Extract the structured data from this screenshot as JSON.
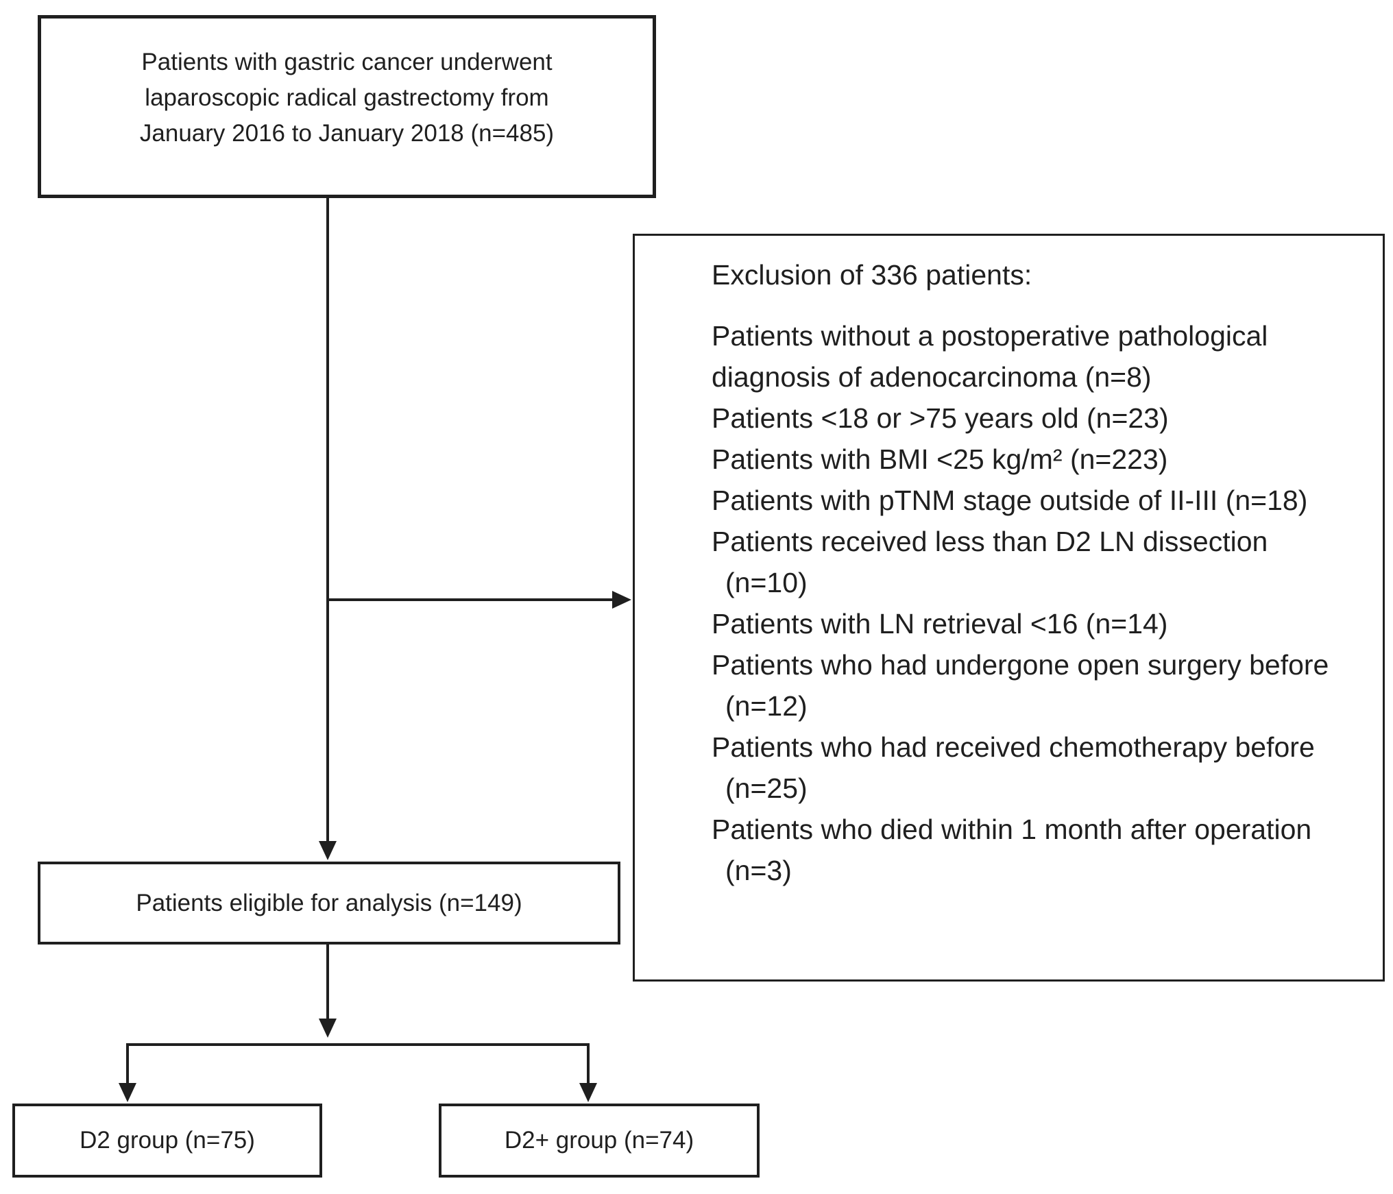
{
  "colors": {
    "background": "#ffffff",
    "line": "#1f1f1f",
    "text": "#1f1f1f"
  },
  "initial_box": {
    "lines": [
      "Patients with gastric cancer underwent",
      "laparoscopic radical gastrectomy from",
      "January 2016 to January 2018 (n=485)"
    ]
  },
  "exclusion_box": {
    "header": "Exclusion of 336 patients:",
    "lines": [
      "Patients without a postoperative pathological",
      "diagnosis of adenocarcinoma (n=8)",
      "Patients <18 or >75 years old (n=23)",
      "Patients with BMI <25 kg/m² (n=223)",
      "Patients with pTNM stage outside of II-III (n=18)",
      "Patients received less than D2 LN dissection",
      "(n=10)",
      "Patients with LN retrieval <16 (n=14)",
      "Patients who had undergone open surgery before",
      "(n=12)",
      "Patients who had received chemotherapy before",
      "(n=25)",
      "Patients who died within 1 month after operation",
      "(n=3)"
    ]
  },
  "eligible_box": {
    "label": "Patients eligible for analysis (n=149)"
  },
  "d2_box": {
    "label": "D2 group (n=75)"
  },
  "d2plus_box": {
    "label": "D2+ group (n=74)"
  }
}
